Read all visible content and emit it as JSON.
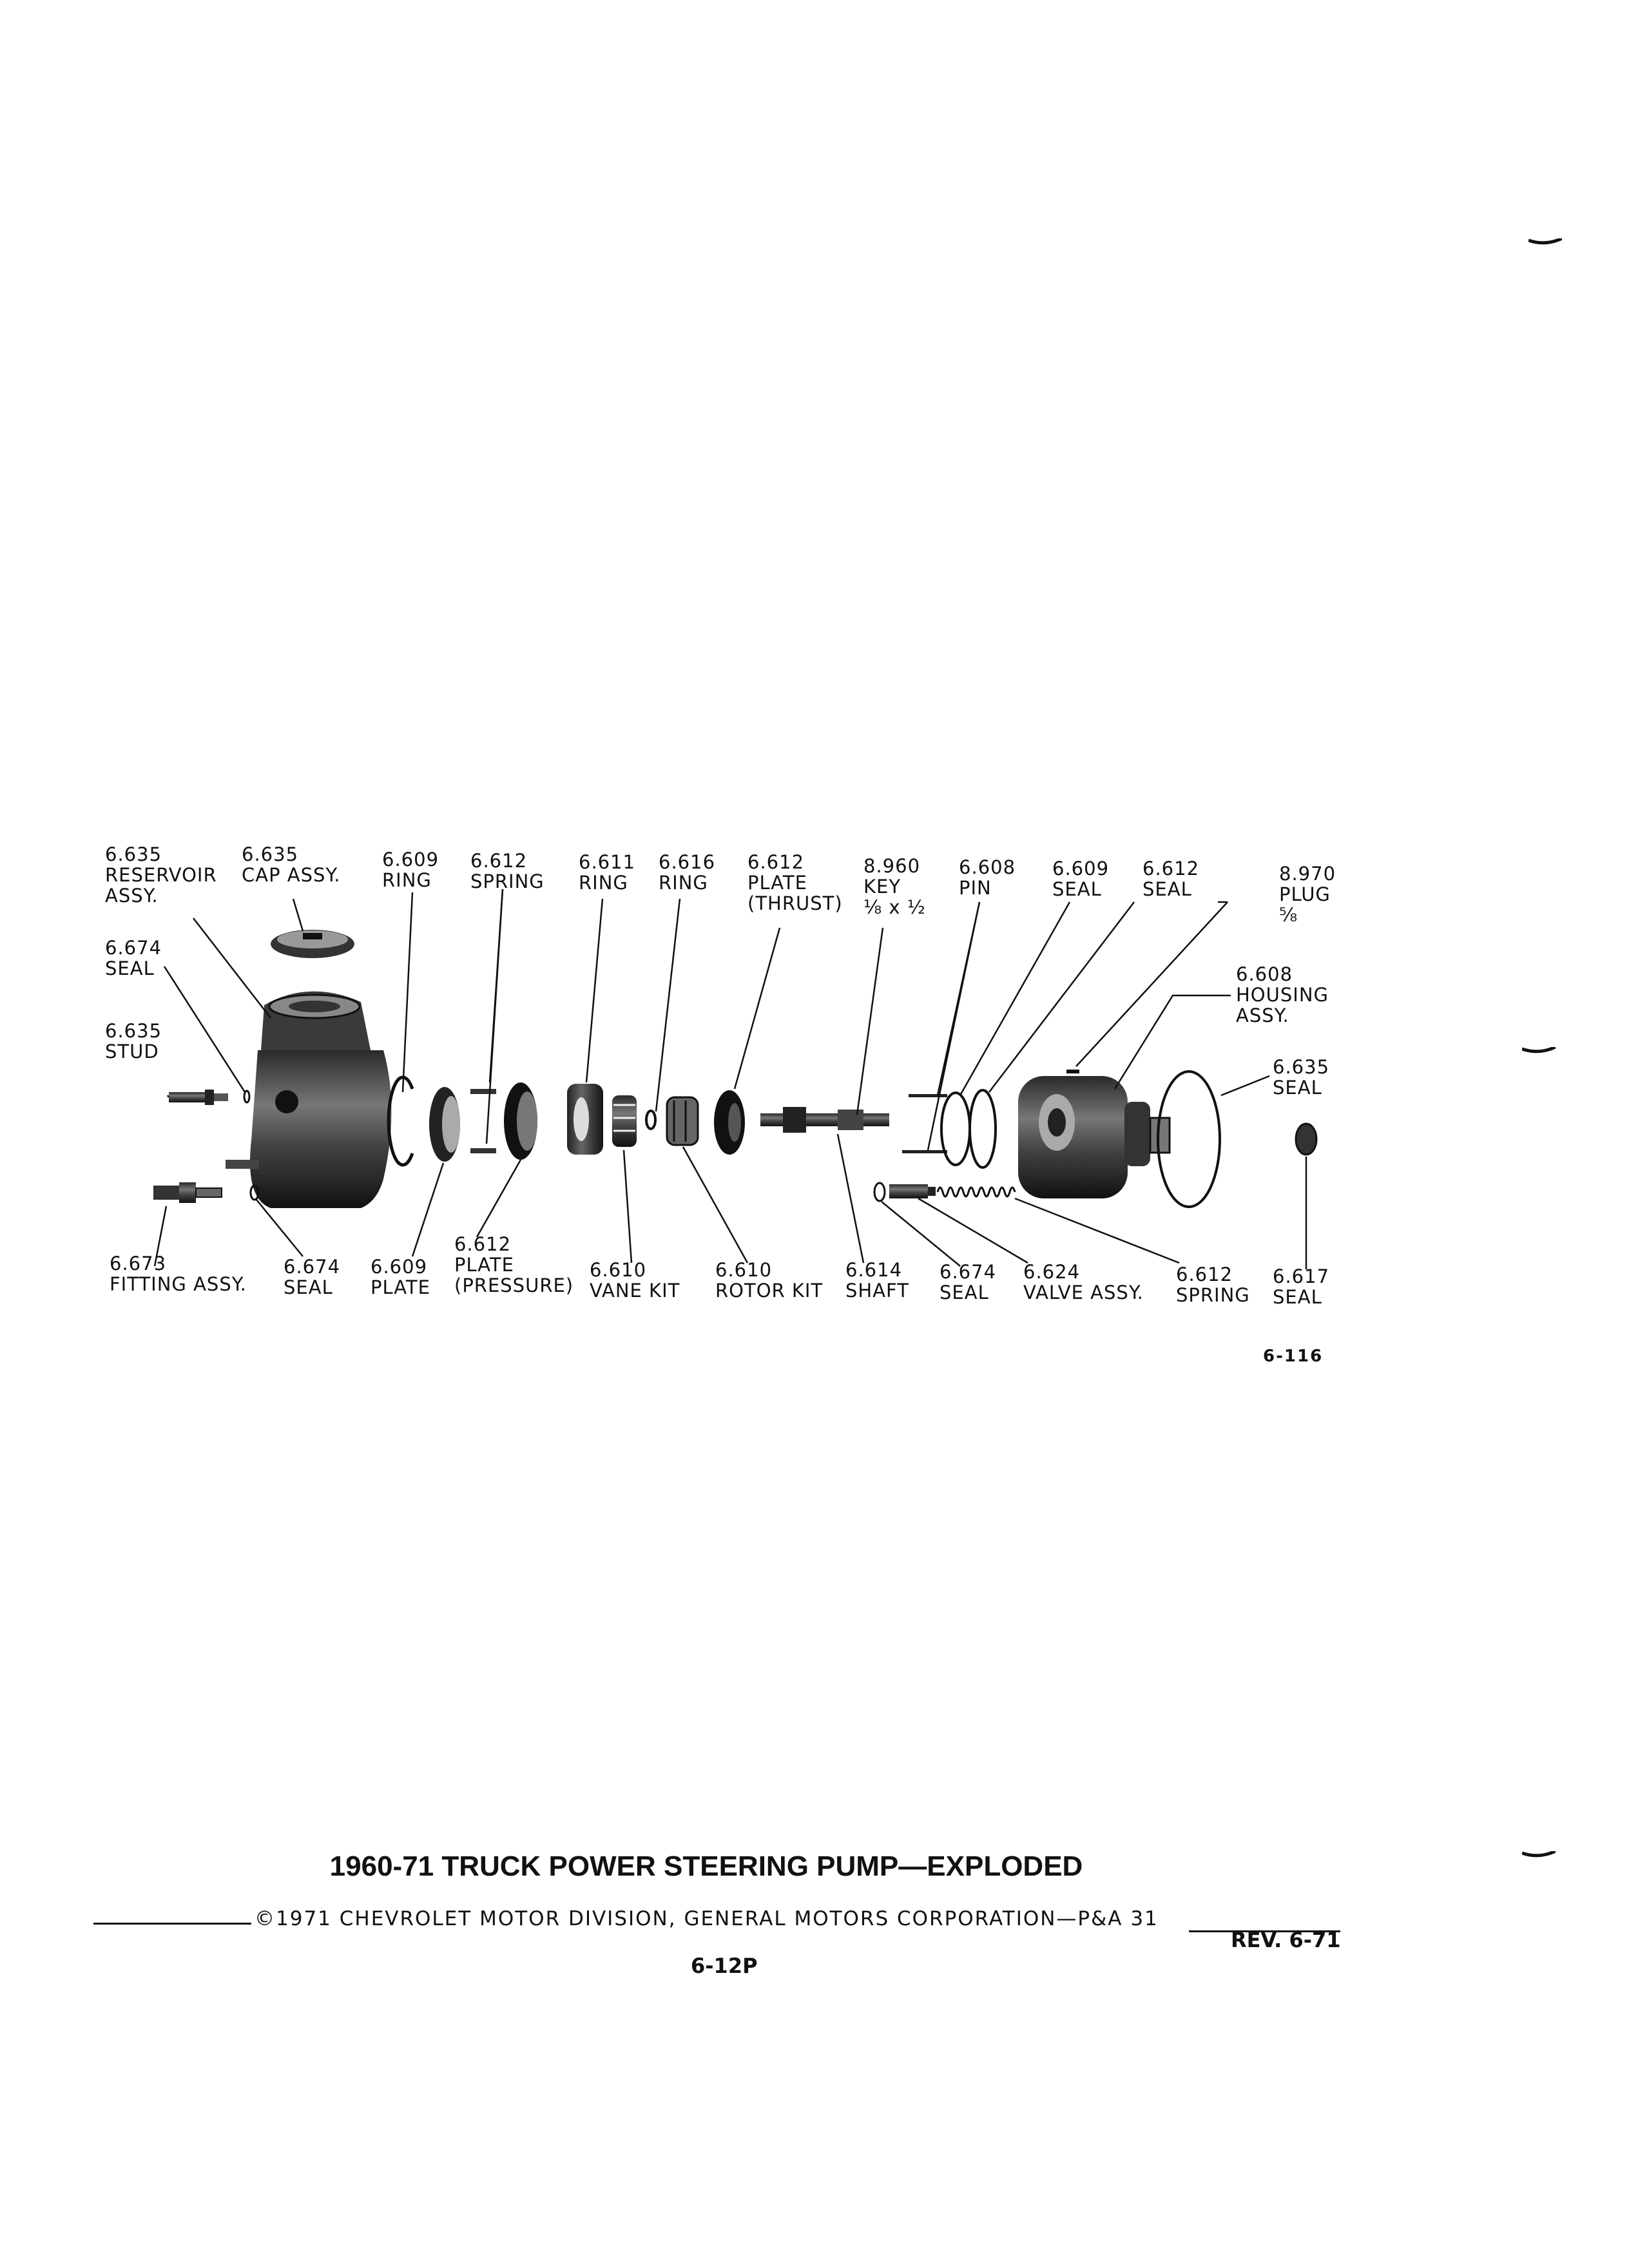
{
  "figure": {
    "title": "1960-71 TRUCK POWER STEERING PUMP—EXPLODED",
    "copyright": "©1971 CHEVROLET MOTOR DIVISION, GENERAL MOTORS CORPORATION—P&A 31",
    "revision": "REV. 6-71",
    "page_number": "6-12P",
    "figure_number": "6-116"
  },
  "callouts": {
    "reservoir": {
      "code": "6.635",
      "name": "RESERVOIR",
      "extra": "ASSY."
    },
    "cap": {
      "code": "6.635",
      "name": "CAP ASSY."
    },
    "ring1": {
      "code": "6.609",
      "name": "RING"
    },
    "spring1": {
      "code": "6.612",
      "name": "SPRING"
    },
    "ring2": {
      "code": "6.611",
      "name": "RING"
    },
    "ring3": {
      "code": "6.616",
      "name": "RING"
    },
    "thrust_plate": {
      "code": "6.612",
      "name": "PLATE",
      "extra": "(THRUST)"
    },
    "key": {
      "code": "8.960",
      "name": "KEY",
      "extra": "⅛ x ½"
    },
    "pin": {
      "code": "6.608",
      "name": "PIN"
    },
    "seal_top1": {
      "code": "6.609",
      "name": "SEAL"
    },
    "seal_top2": {
      "code": "6.612",
      "name": "SEAL"
    },
    "plug": {
      "code": "8.970",
      "name": "PLUG",
      "extra": "⅝"
    },
    "housing": {
      "code": "6.608",
      "name": "HOUSING",
      "extra": "ASSY."
    },
    "seal_right": {
      "code": "6.635",
      "name": "SEAL"
    },
    "seal_left": {
      "code": "6.674",
      "name": "SEAL"
    },
    "stud": {
      "code": "6.635",
      "name": "STUD"
    },
    "fitting": {
      "code": "6.673",
      "name": "FITTING ASSY."
    },
    "seal_bottom1": {
      "code": "6.674",
      "name": "SEAL"
    },
    "plate_bottom": {
      "code": "6.609",
      "name": "PLATE"
    },
    "pressure_plate": {
      "code": "6.612",
      "name": "PLATE",
      "extra": "(PRESSURE)"
    },
    "vane_kit": {
      "code": "6.610",
      "name": "VANE KIT"
    },
    "rotor_kit": {
      "code": "6.610",
      "name": "ROTOR KIT"
    },
    "shaft": {
      "code": "6.614",
      "name": "SHAFT"
    },
    "seal_bottom2": {
      "code": "6.674",
      "name": "SEAL"
    },
    "valve": {
      "code": "6.624",
      "name": "VALVE ASSY."
    },
    "spring2": {
      "code": "6.612",
      "name": "SPRING"
    },
    "seal_bottom3": {
      "code": "6.617",
      "name": "SEAL"
    }
  }
}
